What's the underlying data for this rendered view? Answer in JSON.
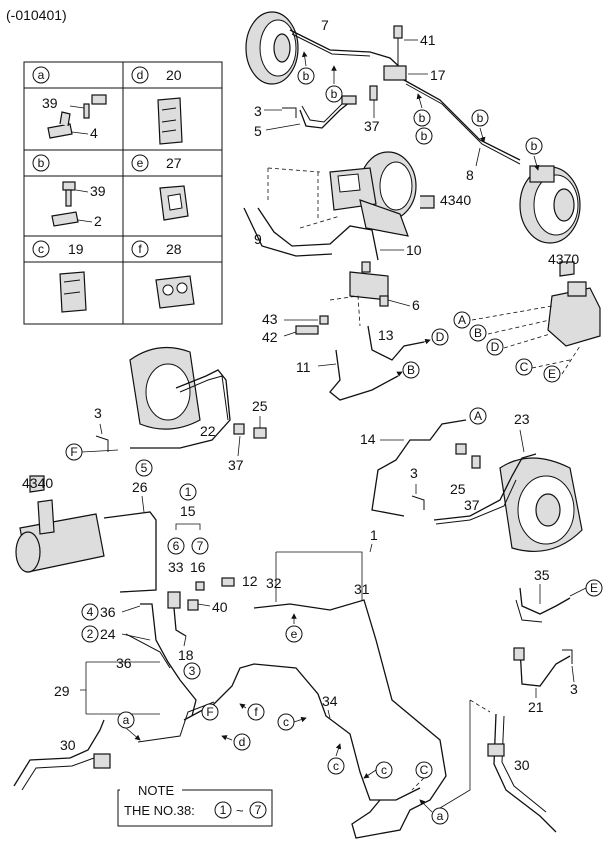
{
  "header": {
    "code": "(-010401)"
  },
  "legend": {
    "cells": [
      {
        "letter": "a",
        "number": "",
        "subparts": [
          "39",
          "4"
        ]
      },
      {
        "letter": "d",
        "number": "20",
        "subparts": []
      },
      {
        "letter": "b",
        "number": "",
        "subparts": [
          "39",
          "2"
        ]
      },
      {
        "letter": "e",
        "number": "27",
        "subparts": []
      },
      {
        "letter": "c",
        "number": "19",
        "subparts": []
      },
      {
        "letter": "f",
        "number": "28",
        "subparts": []
      }
    ]
  },
  "note": {
    "title": "NOTE",
    "text_prefix": "THE NO.38:",
    "range_from": "1",
    "range_sep": "~",
    "range_to": "7"
  },
  "part_numbers": {
    "n1": "1",
    "n2": "2",
    "n3a": "3",
    "n3b": "3",
    "n3c": "3",
    "n3d": "3",
    "n4": "4",
    "n5": "5",
    "n6": "6",
    "n7": "7",
    "n8": "8",
    "n9": "9",
    "n10": "10",
    "n11": "11",
    "n12": "12",
    "n13": "13",
    "n14": "14",
    "n15": "15",
    "n16": "16",
    "n17": "17",
    "n18": "18",
    "n21": "21",
    "n22": "22",
    "n23": "23",
    "n24": "24",
    "n25a": "25",
    "n25b": "25",
    "n26": "26",
    "n29": "29",
    "n30a": "30",
    "n30b": "30",
    "n31": "31",
    "n32": "32",
    "n33": "33",
    "n34": "34",
    "n35": "35",
    "n36a": "36",
    "n36b": "36",
    "n37a": "37",
    "n37b": "37",
    "n37c": "37",
    "n39a": "39",
    "n39b": "39",
    "n40": "40",
    "n41": "41",
    "n42": "42",
    "n43": "43",
    "n4340a": "4340",
    "n4340b": "4340",
    "n4370": "4370"
  },
  "circle_refs": {
    "c1": "1",
    "c2": "2",
    "c3": "3",
    "c4": "4",
    "c5": "5",
    "c6": "6",
    "c7": "7",
    "A": "A",
    "B": "B",
    "C": "C",
    "D": "D",
    "E": "E",
    "F": "F",
    "a": "a",
    "b": "b",
    "c": "c",
    "d": "d",
    "e": "e",
    "f": "f"
  }
}
